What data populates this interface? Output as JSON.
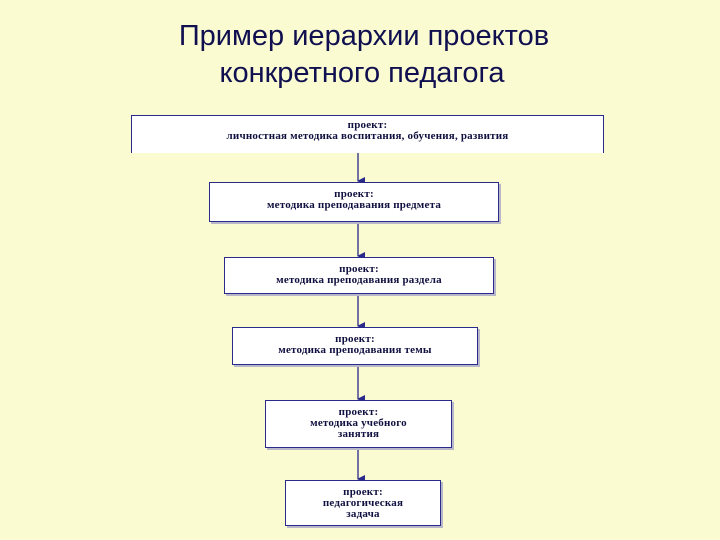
{
  "title": {
    "line1": "Пример иерархии проектов",
    "line2": "конкретного педагога"
  },
  "boxes": [
    {
      "line1": "проект:",
      "line2": "личностная методика воспитания, обучения, развития"
    },
    {
      "line1": "проект:",
      "line2": "методика преподавания предмета"
    },
    {
      "line1": "проект:",
      "line2": "методика преподавания раздела"
    },
    {
      "line1": "проект:",
      "line2": "методика преподавания  темы"
    },
    {
      "line1": "проект:",
      "line2": "методика учебного",
      "line3": "занятия"
    },
    {
      "line1": "проект:",
      "line2": "педагогическая",
      "line3": "задача"
    }
  ],
  "colors": {
    "background": "#fbfbd2",
    "title": "#101050",
    "box_border": "#2a2a8a",
    "arrow": "#2a2a8a"
  }
}
